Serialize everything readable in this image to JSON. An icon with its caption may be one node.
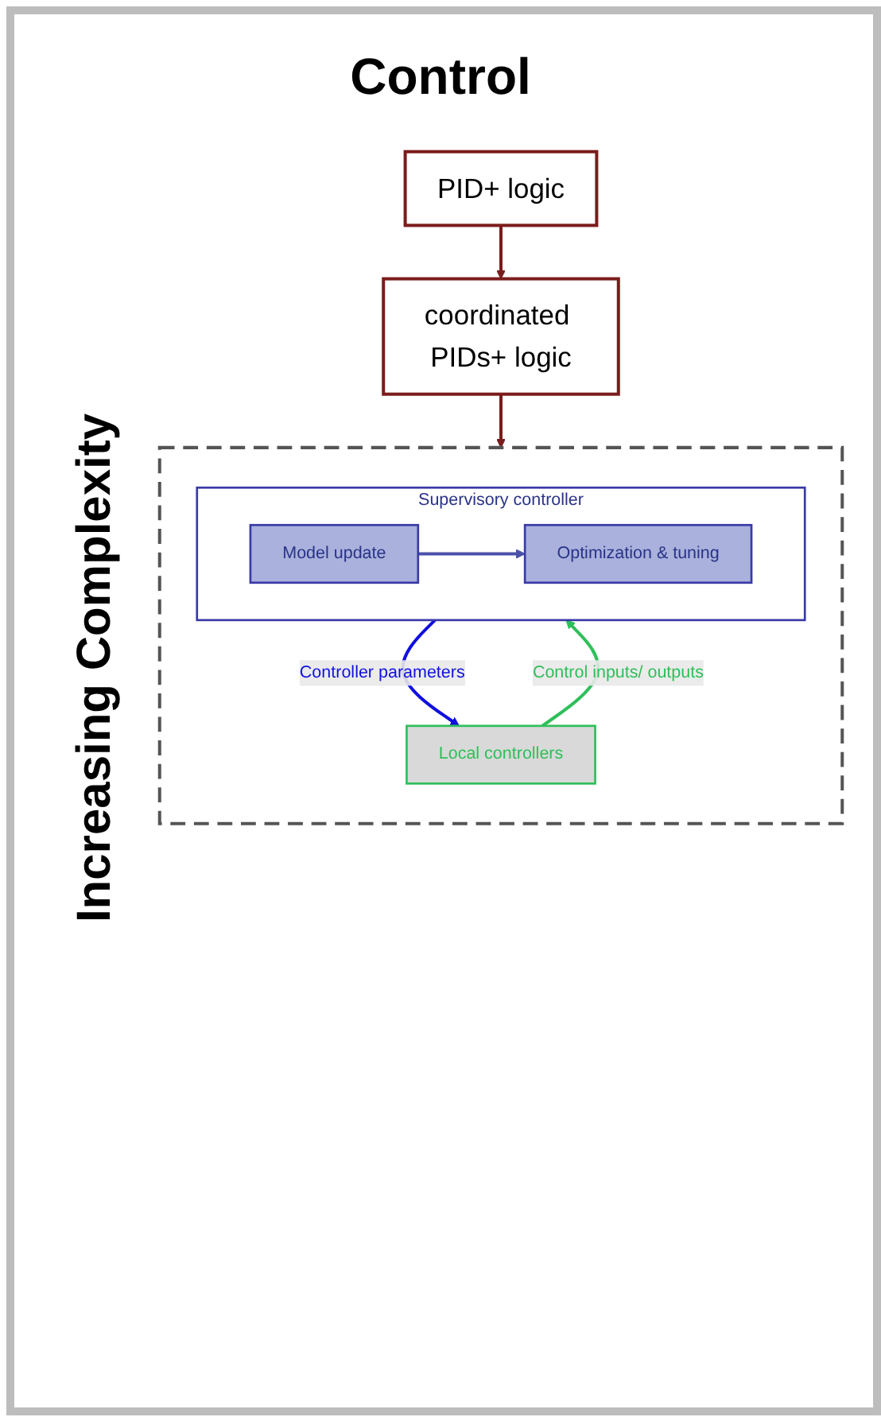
{
  "diagram": {
    "title": "Control",
    "nodes": [
      {
        "text": [
          "PID+ logic"
        ]
      },
      {
        "text": [
          "coordinated PIDs+ logic"
        ]
      },
      {
        "text": [],
        "shape": "box"
      },
      {
        "text": [
          "Supervisory controller"
        ],
        "in": 2
      },
      {
        "text": [
          "Model update"
        ],
        "in": 3
      },
      {
        "text": [
          "Optimization & tuning"
        ],
        "in": 3
      },
      {
        "text": [
          "Local controllers"
        ],
        "in": 2
      }
    ],
    "edges": [
      {
        "from": 0,
        "to": 1,
        "arrow": "to",
        "color": "#7b1c1c"
      },
      {
        "from": 1,
        "to": 2,
        "arrow": "to",
        "color": "#7b1c1c"
      },
      {
        "from": 4,
        "to": 5,
        "arrow": "to",
        "color": "#4a52a8"
      },
      {
        "from": 6,
        "to": 3,
        "arrow": "to",
        "label": "Control inputs/ outputs",
        "color": "#2fbf5a"
      },
      {
        "from": 3,
        "to": 6,
        "arrow": "to",
        "label": "Controller parameters",
        "color": "#1010e0"
      }
    ],
    "labels": [
      "Increasing Complexity"
    ]
  }
}
